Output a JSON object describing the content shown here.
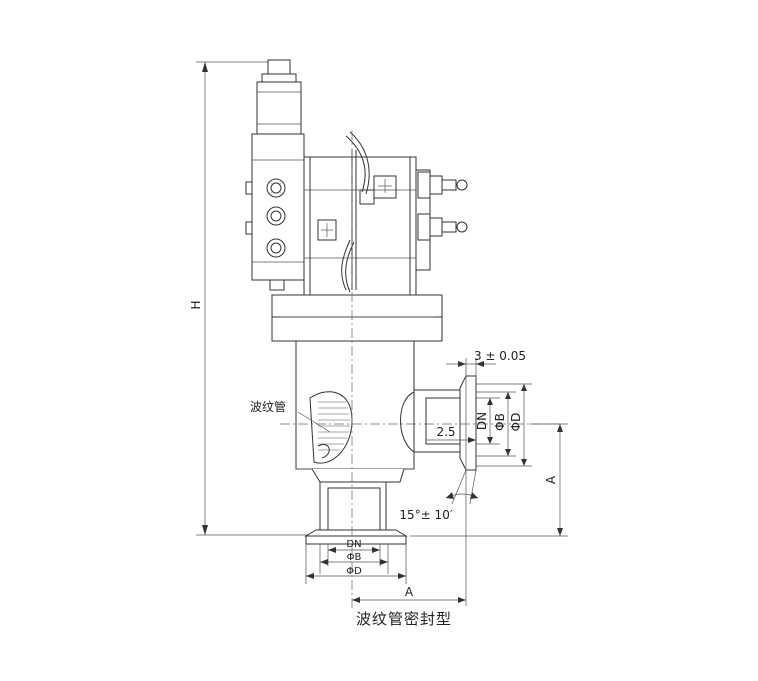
{
  "labels": {
    "H": "H",
    "A_right": "A",
    "A_bottom": "A",
    "tolerance_top": "3 ± 0.05",
    "dn_right": "DN",
    "phiB_right": "ΦB",
    "phiD_right": "ΦD",
    "gap": "2.5",
    "angle": "15°± 10′",
    "bellows": "波纹管",
    "dn_bottom": "DN",
    "phiB_bottom": "ΦB",
    "phiD_bottom": "ΦD",
    "caption": "波纹管密封型"
  }
}
